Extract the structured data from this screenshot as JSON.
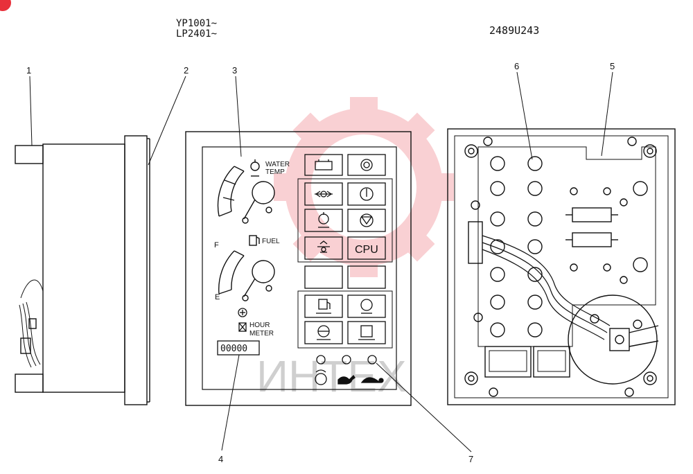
{
  "serials": [
    "YP1001~",
    "LP2401~"
  ],
  "drawing_code": "2489U243",
  "callouts": [
    "1",
    "2",
    "3",
    "4",
    "5",
    "6",
    "7"
  ],
  "gauges": {
    "water_temp": [
      "WATER",
      "TEMP"
    ],
    "fuel": "FUEL",
    "fuel_full": "F",
    "fuel_empty": "E"
  },
  "hour_meter": {
    "label": [
      "HOUR",
      "METER"
    ],
    "digits": "00000"
  },
  "warning_lamps": {
    "cpu": "CPU",
    "icons": [
      "battery-icon",
      "glow-plug-icon",
      "oil-pressure-icon",
      "engine-oil-icon",
      "coolant-level-icon",
      "air-filter-icon",
      "hydraulic-oil-icon",
      "cpu-lamp",
      "blank-lamp",
      "blank-lamp",
      "fuel-level-icon",
      "water-separator-icon",
      "hydraulic-temp-icon",
      "fuel-filter-icon"
    ],
    "bottom_indicators": [
      "auto-idle-icon",
      "rabbit-speed-icon",
      "turtle-speed-icon"
    ]
  },
  "watermark": "ИНТЕХ"
}
